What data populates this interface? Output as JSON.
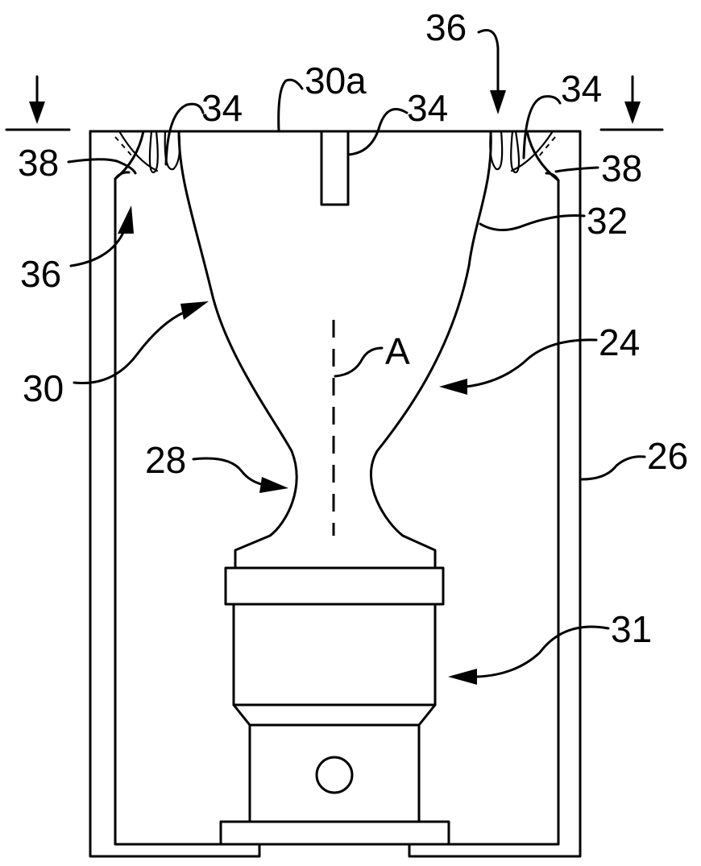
{
  "figure": {
    "labels": {
      "l36_top": "36",
      "l30a": "30a",
      "l34_left": "34",
      "l34_center": "34",
      "l34_right": "34",
      "l38_left": "38",
      "l38_right": "38",
      "l36_left": "36",
      "l32": "32",
      "l24": "24",
      "l30": "30",
      "lA": "A",
      "l28": "28",
      "l26": "26",
      "l31": "31"
    }
  }
}
